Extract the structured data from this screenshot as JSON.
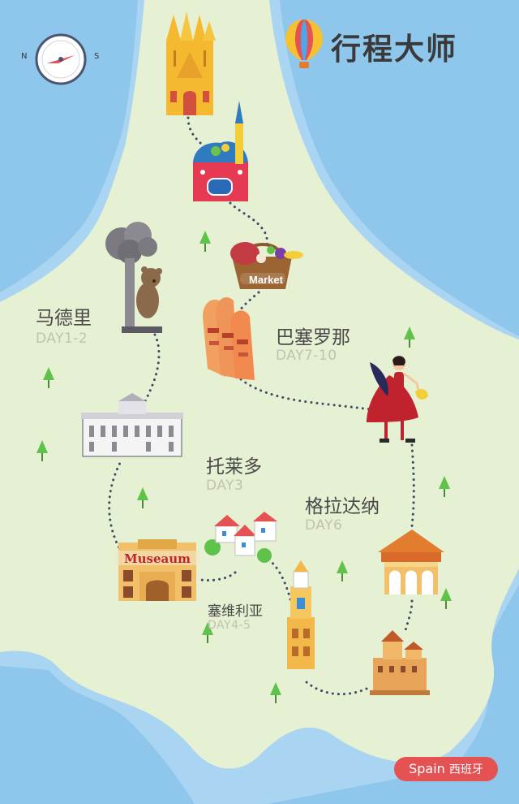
{
  "brand": {
    "name": "行程大师"
  },
  "compass": {
    "north": "N",
    "south": "S"
  },
  "badge": {
    "country_en": "Spain",
    "country_zh": "西班牙"
  },
  "cities": [
    {
      "name": "马德里",
      "days": "DAY1-2"
    },
    {
      "name": "巴塞罗那",
      "days": "DAY7-10"
    },
    {
      "name": "托莱多",
      "days": "DAY3"
    },
    {
      "name": "格拉达纳",
      "days": "DAY6"
    },
    {
      "name": "塞维利亚",
      "days": "DAY4-5"
    }
  ],
  "landmarks": [
    {
      "name": "sagrada-familia",
      "label": ""
    },
    {
      "name": "park-guell-house",
      "label": ""
    },
    {
      "name": "market-basket",
      "label": "Market"
    },
    {
      "name": "bear-and-tree-statue",
      "label": ""
    },
    {
      "name": "casa-mila",
      "label": ""
    },
    {
      "name": "flamenco-dancer",
      "label": ""
    },
    {
      "name": "royal-palace",
      "label": ""
    },
    {
      "name": "prado-museum",
      "label": "Museaum"
    },
    {
      "name": "toledo-village",
      "label": ""
    },
    {
      "name": "alhambra-pavilion",
      "label": ""
    },
    {
      "name": "giralda-tower",
      "label": ""
    },
    {
      "name": "alcazar-castle",
      "label": ""
    }
  ],
  "colors": {
    "sea": "#8ec6ec",
    "coast": "#a9d4f2",
    "land": "#e6f0d2",
    "route": "#3b4a66",
    "accent": "#e55254"
  }
}
